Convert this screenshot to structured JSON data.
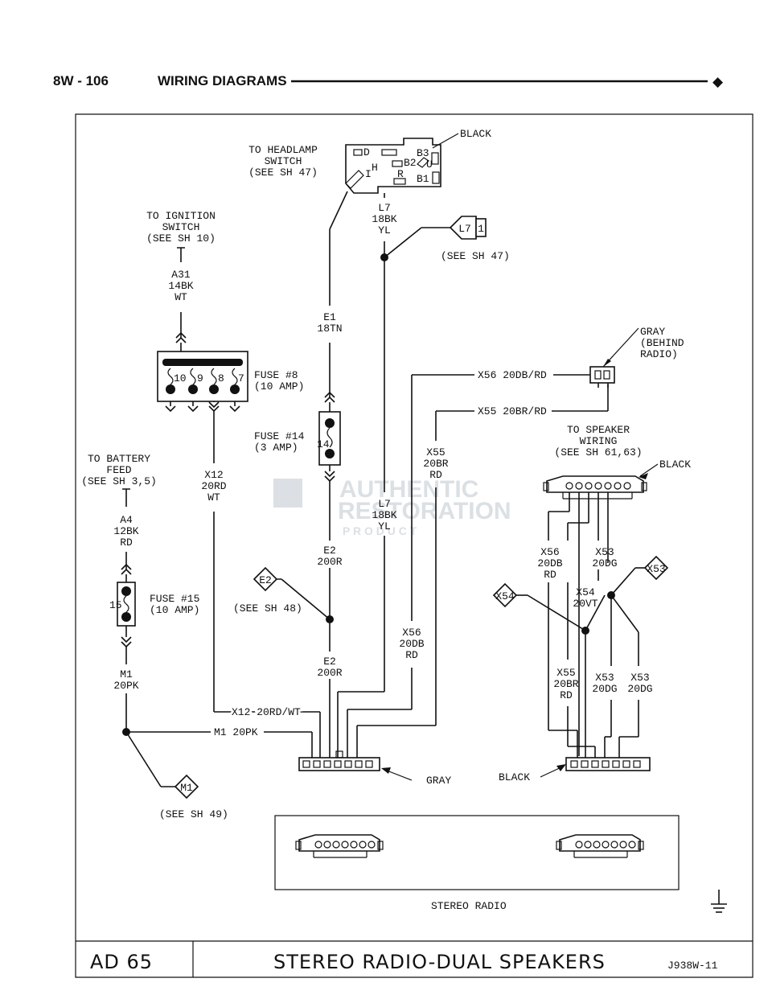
{
  "header": {
    "page_number": "8W - 106",
    "section_title": "WIRING DIAGRAMS",
    "bullet": "◆"
  },
  "headlamp_switch": {
    "ref": "TO HEADLAMP\nSWITCH\n(SEE SH 47)",
    "connector_color": "BLACK",
    "pins": [
      "D",
      "B3",
      "B2",
      "U",
      "I",
      "H",
      "R",
      "B1"
    ]
  },
  "ignition_switch": {
    "ref": "TO IGNITION\nSWITCH\n(SEE SH 10)"
  },
  "battery_feed": {
    "ref": "TO BATTERY\nFEED\n(SEE SH 3,5)"
  },
  "wires": {
    "a31": "A31\n14BK\nWT",
    "e1": "E1\n18TN",
    "l7_top": "L7\n18BK\nYL",
    "l7_mid": "L7\n18BK\nYL",
    "x12": "X12\n20RD\nWT",
    "a4": "A4\n12BK\nRD",
    "m1": "M1\n20PK",
    "e2_top": "E2\n200R",
    "e2_bot": "E2\n200R",
    "x56_mid": "X56\n20DB\nRD",
    "x55_mid": "X55\n20BR\nRD",
    "x56_h": "X56 20DB/RD",
    "x55_h": "X55 20BR/RD",
    "x12_h": "X12 20RD/WT",
    "m1_h": "M1 20PK",
    "sp_x56": "X56\n20DB\nRD",
    "sp_x53_top": "X53\n20DG",
    "sp_x54": "X54\n20VT",
    "sp_x55": "X55\n20BR\nRD",
    "sp_x53_a": "X53\n20DG",
    "sp_x53_b": "X53\n20DG"
  },
  "fuses": {
    "fuse8": "FUSE #8\n(10 AMP)",
    "fuse14": "FUSE #14\n(3 AMP)",
    "fuse15": "FUSE #15\n(10 AMP)",
    "block_numbers": [
      "10",
      "9",
      "8",
      "7"
    ],
    "fuse14_num": "14",
    "fuse15_num": "15"
  },
  "splices": {
    "l7": {
      "id": "L7",
      "num": "1",
      "ref": "(SEE SH 47)"
    },
    "e2": {
      "id": "E2",
      "ref": "(SEE SH 48)"
    },
    "m1": {
      "id": "M1",
      "ref": "(SEE SH 49)"
    },
    "x54": {
      "id": "X54"
    },
    "x53": {
      "id": "X53"
    }
  },
  "connectors": {
    "gray_behind_radio": "GRAY\n(BEHIND\nRADIO)",
    "speaker_wiring": "TO SPEAKER\nWIRING\n(SEE SH 61,63)",
    "speaker_black": "BLACK",
    "radio_gray": "GRAY",
    "radio_black": "BLACK"
  },
  "stereo_radio": {
    "label": "STEREO RADIO"
  },
  "watermark": {
    "line1": "AUTHENTIC",
    "line2": "RESTORATION",
    "line3": "P R O D U C T"
  },
  "footer": {
    "page": "AD  65",
    "title": "STEREO RADIO-DUAL SPEAKERS",
    "code": "J938W-11"
  }
}
